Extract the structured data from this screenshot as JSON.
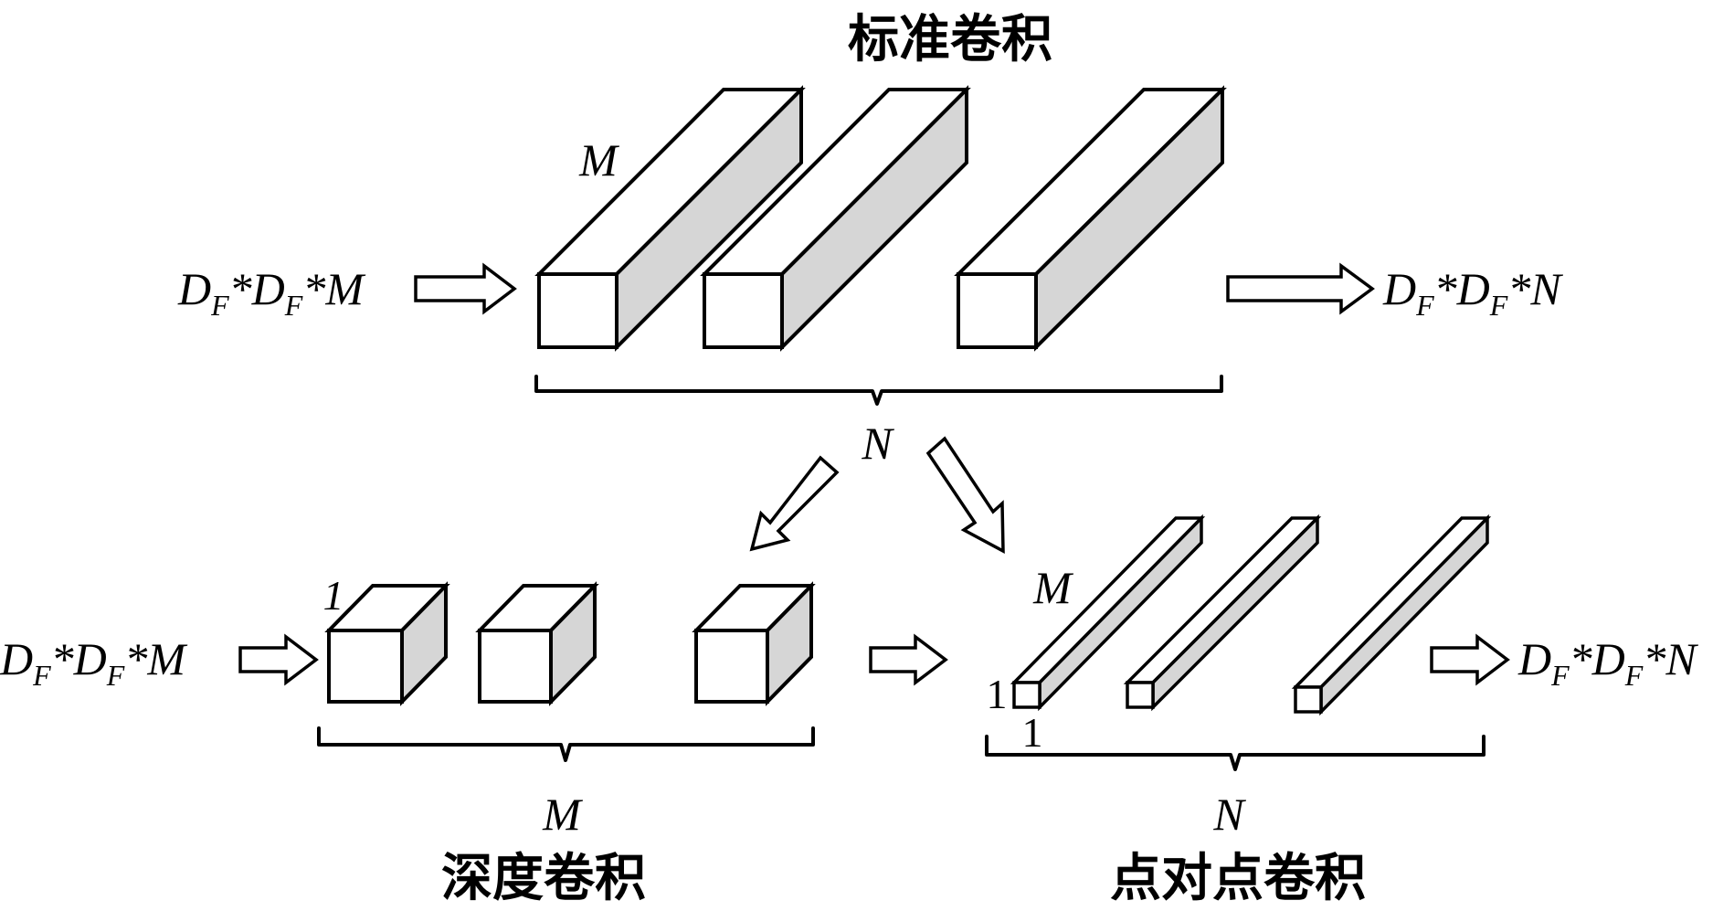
{
  "titles": {
    "standard": "标准卷积",
    "depthwise": "深度卷积",
    "pointwise": "点对点卷积"
  },
  "top": {
    "input_label": {
      "d": "D",
      "sub": "F",
      "rest": "*",
      "d2": "D",
      "sub2": "F",
      "rest2": "*M"
    },
    "output_label": {
      "d": "D",
      "sub": "F",
      "rest": "*",
      "d2": "D",
      "sub2": "F",
      "rest2": "*N"
    },
    "depth_label": "M",
    "count_label": "N"
  },
  "bottom_left": {
    "input_label": {
      "d": "D",
      "sub": "F",
      "rest": "*",
      "d2": "D",
      "sub2": "F",
      "rest2": "*M"
    },
    "size_label": "1",
    "count_label": "M"
  },
  "bottom_right": {
    "output_label": {
      "d": "D",
      "sub": "F",
      "rest": "*",
      "d2": "D",
      "sub2": "F",
      "rest2": "*N"
    },
    "depth_label": "M",
    "height_label": "1",
    "width_label": "1",
    "count_label": "N"
  }
}
